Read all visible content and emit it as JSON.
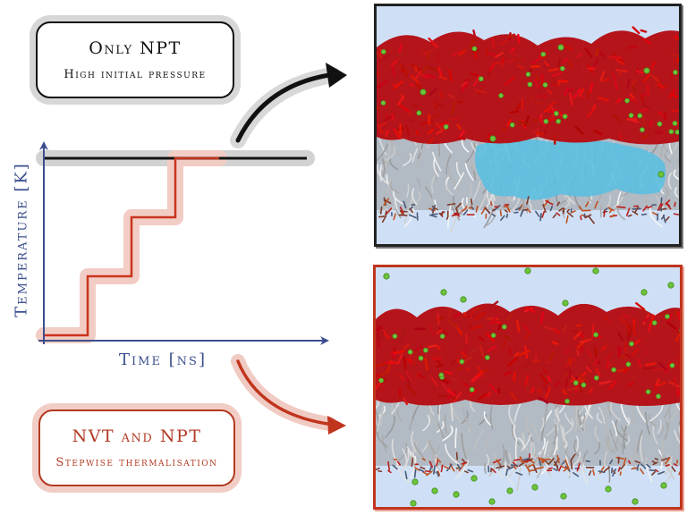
{
  "boxes": {
    "npt": {
      "title": "Only NPT",
      "subtitle": "High initial pressure"
    },
    "nvt": {
      "title": "NVT and NPT",
      "subtitle": "Stepwise thermalisation"
    }
  },
  "chart_data": {
    "type": "line",
    "xlabel": "Time [ns]",
    "ylabel": "Temperature [K]",
    "series": [
      {
        "color": "#111111",
        "points": [
          [
            0,
            3
          ],
          [
            6,
            3
          ]
        ]
      },
      {
        "color": "#c9341d",
        "points": [
          [
            0,
            0
          ],
          [
            1,
            0
          ],
          [
            1,
            1
          ],
          [
            2,
            1
          ],
          [
            2,
            2
          ],
          [
            3,
            2
          ],
          [
            3,
            3
          ],
          [
            4,
            3
          ]
        ]
      }
    ],
    "xlim": [
      0,
      4.7
    ],
    "ylim": [
      0,
      4
    ],
    "grid": false
  },
  "colors": {
    "axis": "#3b4f8e",
    "black_series": "#111111",
    "red_series": "#c9341d",
    "panel_background": "#cfe0f6",
    "headgroups": "#c8161b",
    "lipid_tails": "#8e8e8e",
    "ions": "#6cc43a",
    "water_cluster": "#5bbfe0"
  },
  "panels": {
    "top": {
      "frame_color": "#222222"
    },
    "bottom": {
      "frame_color": "#c1341d"
    }
  },
  "arrows": {
    "top": {
      "color": "#111111"
    },
    "bottom": {
      "color": "#c1341d"
    }
  }
}
